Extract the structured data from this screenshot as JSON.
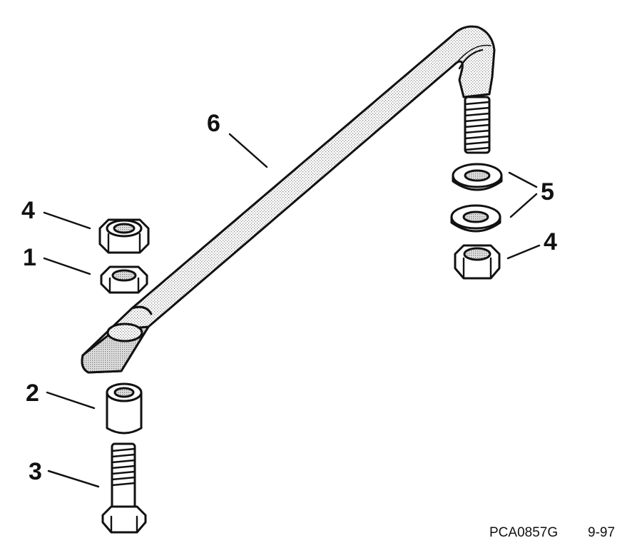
{
  "figure_code": "PCA0857G",
  "figure_date": "9-97",
  "callouts": {
    "nut_upper_left": "4",
    "nut_lower_left": "1",
    "spacer": "2",
    "bolt": "3",
    "washers": "5",
    "nut_right": "4",
    "link_rod": "6"
  },
  "colors": {
    "line": "#111111",
    "shade": "#d6d6d6",
    "shade_dark": "#b8b8b8",
    "background": "#ffffff"
  }
}
